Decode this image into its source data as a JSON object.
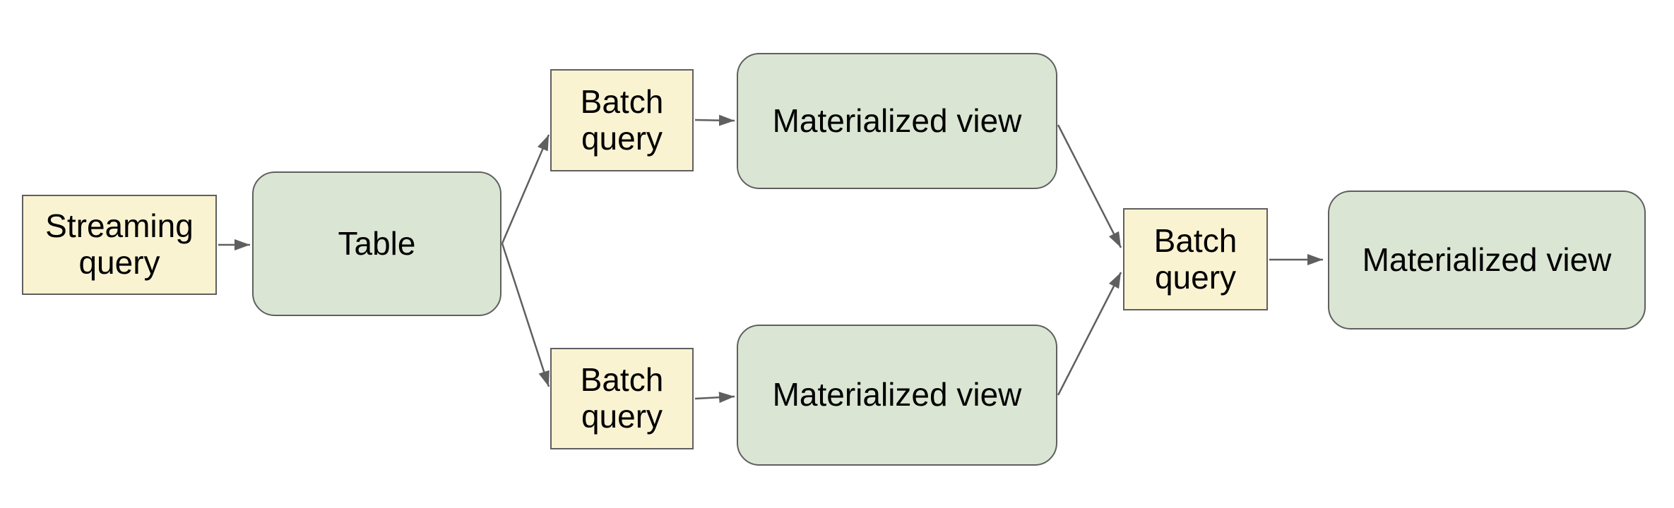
{
  "diagram": {
    "title": "",
    "nodes": [
      {
        "id": "streaming-query",
        "label": "Streaming query",
        "kind": "query"
      },
      {
        "id": "table",
        "label": "Table",
        "kind": "table"
      },
      {
        "id": "batch-query-top",
        "label": "Batch query",
        "kind": "query"
      },
      {
        "id": "mv-top",
        "label": "Materialized view",
        "kind": "table"
      },
      {
        "id": "batch-query-bottom",
        "label": "Batch query",
        "kind": "query"
      },
      {
        "id": "mv-bottom",
        "label": "Materialized view",
        "kind": "table"
      },
      {
        "id": "batch-query-right",
        "label": "Batch query",
        "kind": "query"
      },
      {
        "id": "mv-right",
        "label": "Materialized view",
        "kind": "table"
      }
    ],
    "edges": [
      {
        "from": "streaming-query",
        "to": "table"
      },
      {
        "from": "table",
        "to": "batch-query-top"
      },
      {
        "from": "table",
        "to": "batch-query-bottom"
      },
      {
        "from": "batch-query-top",
        "to": "mv-top"
      },
      {
        "from": "batch-query-bottom",
        "to": "mv-bottom"
      },
      {
        "from": "mv-top",
        "to": "batch-query-right"
      },
      {
        "from": "mv-bottom",
        "to": "batch-query-right"
      },
      {
        "from": "batch-query-right",
        "to": "mv-right"
      }
    ],
    "colors": {
      "query_fill": "#faf3d1",
      "table_fill": "#dae6d3",
      "border": "#5f5f5f",
      "arrow": "#5f5f5f",
      "text": "#000000",
      "background": "#ffffff"
    }
  }
}
